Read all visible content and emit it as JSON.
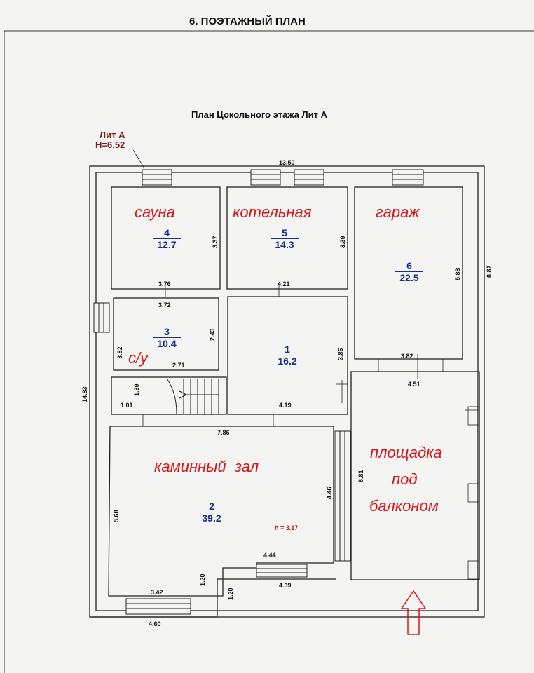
{
  "header": {
    "title": "6. ПОЭТАЖНЫЙ ПЛАН"
  },
  "plan": {
    "subtitle": "План Цокольного этажа Лит А",
    "lit_label": "Лит А",
    "height_label": "H=6.52",
    "ceiling_height": "h = 3.17"
  },
  "rooms": [
    {
      "name": "сауна",
      "number": "4",
      "area": "12.7"
    },
    {
      "name": "котельная",
      "number": "5",
      "area": "14.3"
    },
    {
      "name": "гараж",
      "number": "6",
      "area": "22.5"
    },
    {
      "name": "с/у",
      "number": "3",
      "area": "10.4"
    },
    {
      "name": "",
      "number": "1",
      "area": "16.2"
    },
    {
      "name": "каминный  зал",
      "number": "2",
      "area": "39.2"
    }
  ],
  "area_labels": {
    "balcony": [
      "площадка",
      "под",
      "балконом"
    ]
  },
  "dimensions": {
    "overall_width": "13.50",
    "overall_right": "6.82",
    "overall_left": "14.83",
    "sauna_height": "3.37",
    "sauna_width": "3.76",
    "boiler_height": "3.39",
    "boiler_width": "4.21",
    "garage_height": "5.88",
    "garage_width": "3.82",
    "wc_width_top": "3.72",
    "wc_height": "2.43",
    "wc_left": "3.82",
    "wc_width_bottom": "2.71",
    "stair_height": "1.39",
    "stair_width": "1.01",
    "room1_height": "3.86",
    "room1_width": "4.19",
    "porch_width": "4.51",
    "porch_height": "6.81",
    "hall_width": "7.86",
    "hall_left": "5.68",
    "hall_right": "4.46",
    "hall_bottom": "4.44",
    "step_1": "1.20",
    "step_2": "1.20",
    "bottom_mid": "4.39",
    "bottom_inner": "3.42",
    "bottom_outer": "4.60"
  },
  "colors": {
    "wall": "#222222",
    "room_label": "#d8141a",
    "room_number": "#1a2e8a"
  }
}
